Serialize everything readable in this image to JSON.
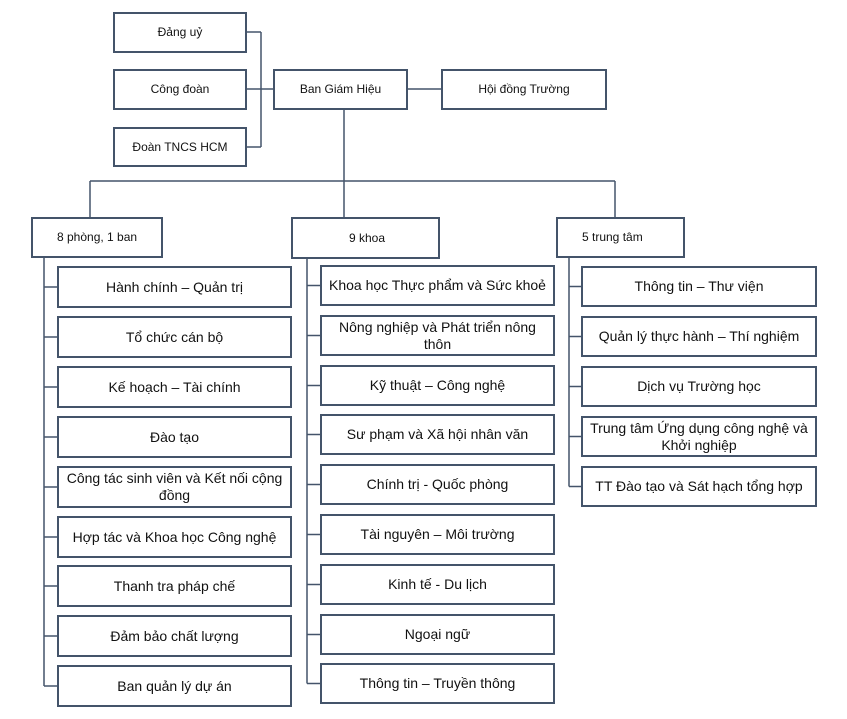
{
  "top": {
    "dang_uy": "Đảng uỷ",
    "cong_doan": "Công đoàn",
    "doan_tncs": "Đoàn TNCS HCM",
    "ban_giam_hieu": "Ban Giám Hiệu",
    "hoi_dong_truong": "Hội đồng Trường"
  },
  "col1": {
    "header": "8 phòng, 1 ban",
    "items": [
      "Hành chính – Quản trị",
      "Tổ chức cán bộ",
      "Kế hoạch – Tài chính",
      "Đào tạo",
      "Công tác sinh viên và Kết nối cộng đồng",
      "Hợp tác và Khoa học Công nghệ",
      "Thanh tra pháp chế",
      "Đảm bảo chất lượng",
      "Ban quản lý dự án"
    ]
  },
  "col2": {
    "header": "9 khoa",
    "items": [
      "Khoa học Thực phẩm và Sức khoẻ",
      "Nông nghiệp và Phát triển nông thôn",
      "Kỹ thuật – Công nghệ",
      "Sư phạm và Xã hội nhân văn",
      "Chính trị - Quốc phòng",
      "Tài nguyên – Môi trường",
      "Kinh tế - Du lịch",
      "Ngoại ngữ",
      "Thông tin – Truyền thông"
    ]
  },
  "col3": {
    "header": "5 trung tâm",
    "items": [
      "Thông tin – Thư viện",
      "Quản lý thực hành – Thí nghiệm",
      "Dịch vụ Trường học",
      "Trung tâm Ứng dụng công nghệ và Khởi nghiệp",
      "TT Đào tạo và Sát hạch tổng hợp"
    ]
  }
}
